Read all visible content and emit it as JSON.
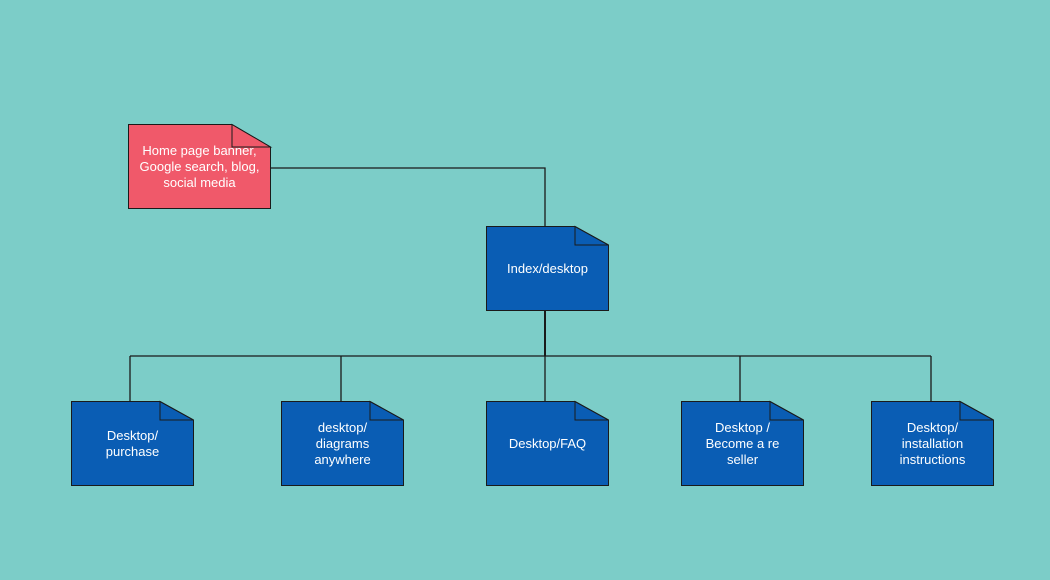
{
  "colors": {
    "background": "#7ccdc8",
    "source_fill": "#f0596a",
    "page_fill": "#0a5db4",
    "stroke": "#1a1a1a",
    "text": "#ffffff"
  },
  "diagram": {
    "source": {
      "label": "Home page banner,\nGoogle search, blog,\nsocial media"
    },
    "root": {
      "label": "Index/desktop"
    },
    "children": [
      {
        "label": "Desktop/\npurchase"
      },
      {
        "label": "desktop/\ndiagrams\nanywhere"
      },
      {
        "label": "Desktop/FAQ"
      },
      {
        "label": "Desktop /\nBecome a re\nseller"
      },
      {
        "label": "Desktop/\ninstallation\ninstructions"
      }
    ]
  }
}
